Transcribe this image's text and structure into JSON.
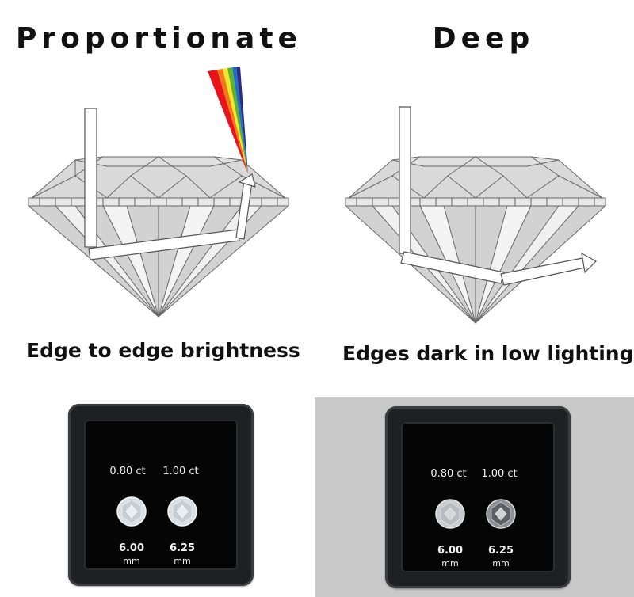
{
  "left": {
    "title": "Proportionate",
    "caption": "Edge to edge brightness",
    "case": {
      "stones": [
        {
          "weight": "0.80 ct",
          "diameter": "6.00",
          "unit": "mm"
        },
        {
          "weight": "1.00 ct",
          "diameter": "6.25",
          "unit": "mm"
        }
      ]
    }
  },
  "right": {
    "title": "Deep",
    "caption": "Edges dark in low lighting",
    "case": {
      "stones": [
        {
          "weight": "0.80 ct",
          "diameter": "6.00",
          "unit": "mm"
        },
        {
          "weight": "1.00 ct",
          "diameter": "6.25",
          "unit": "mm"
        }
      ]
    }
  },
  "colors": {
    "diamond_fill": "#d7d7d7",
    "diamond_stroke": "#666666",
    "spectrum": [
      "#e8141b",
      "#f07a1a",
      "#f6e52a",
      "#5bb431",
      "#1f6fc5",
      "#2b2d82"
    ],
    "case": "#1e2023",
    "background_right": "#c9c9c9"
  }
}
